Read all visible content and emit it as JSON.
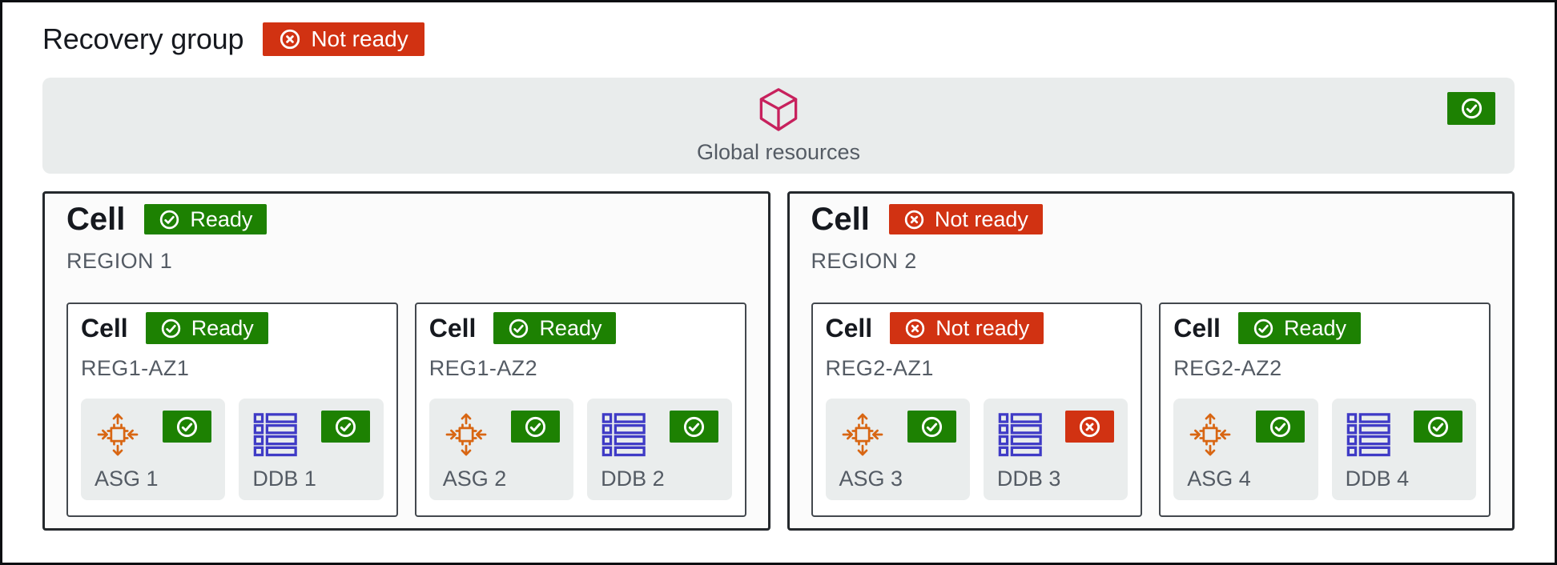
{
  "header": {
    "title": "Recovery group",
    "status": {
      "state": "not-ready",
      "label": "Not ready"
    }
  },
  "global_resources": {
    "label": "Global resources",
    "status": {
      "state": "ready"
    }
  },
  "cells": [
    {
      "title": "Cell",
      "status": {
        "state": "ready",
        "label": "Ready"
      },
      "region": "REGION 1",
      "azs": [
        {
          "title": "Cell",
          "status": {
            "state": "ready",
            "label": "Ready"
          },
          "name": "REG1-AZ1",
          "resources": [
            {
              "label": "ASG 1",
              "type": "asg",
              "status": {
                "state": "ready"
              }
            },
            {
              "label": "DDB 1",
              "type": "ddb",
              "status": {
                "state": "ready"
              }
            }
          ]
        },
        {
          "title": "Cell",
          "status": {
            "state": "ready",
            "label": "Ready"
          },
          "name": "REG1-AZ2",
          "resources": [
            {
              "label": "ASG 2",
              "type": "asg",
              "status": {
                "state": "ready"
              }
            },
            {
              "label": "DDB 2",
              "type": "ddb",
              "status": {
                "state": "ready"
              }
            }
          ]
        }
      ]
    },
    {
      "title": "Cell",
      "status": {
        "state": "not-ready",
        "label": "Not ready"
      },
      "region": "REGION 2",
      "azs": [
        {
          "title": "Cell",
          "status": {
            "state": "not-ready",
            "label": "Not ready"
          },
          "name": "REG2-AZ1",
          "resources": [
            {
              "label": "ASG 3",
              "type": "asg",
              "status": {
                "state": "ready"
              }
            },
            {
              "label": "DDB 3",
              "type": "ddb",
              "status": {
                "state": "not-ready"
              }
            }
          ]
        },
        {
          "title": "Cell",
          "status": {
            "state": "ready",
            "label": "Ready"
          },
          "name": "REG2-AZ2",
          "resources": [
            {
              "label": "ASG 4",
              "type": "asg",
              "status": {
                "state": "ready"
              }
            },
            {
              "label": "DDB 4",
              "type": "ddb",
              "status": {
                "state": "ready"
              }
            }
          ]
        }
      ]
    }
  ],
  "icons": {
    "ready": "check-circle-icon",
    "not_ready": "x-circle-icon",
    "global": "cube-icon",
    "asg": "autoscaling-group-icon",
    "ddb": "dynamodb-table-icon"
  },
  "colors": {
    "ready": "#1D8102",
    "not_ready": "#D13212",
    "asg": "#D86613",
    "ddb": "#3F3BC6",
    "cube": "#C7215D",
    "panel": "#E9ECEC",
    "tile": "#EAEDED",
    "text_dark": "#16191F",
    "text_gray": "#545B64"
  }
}
